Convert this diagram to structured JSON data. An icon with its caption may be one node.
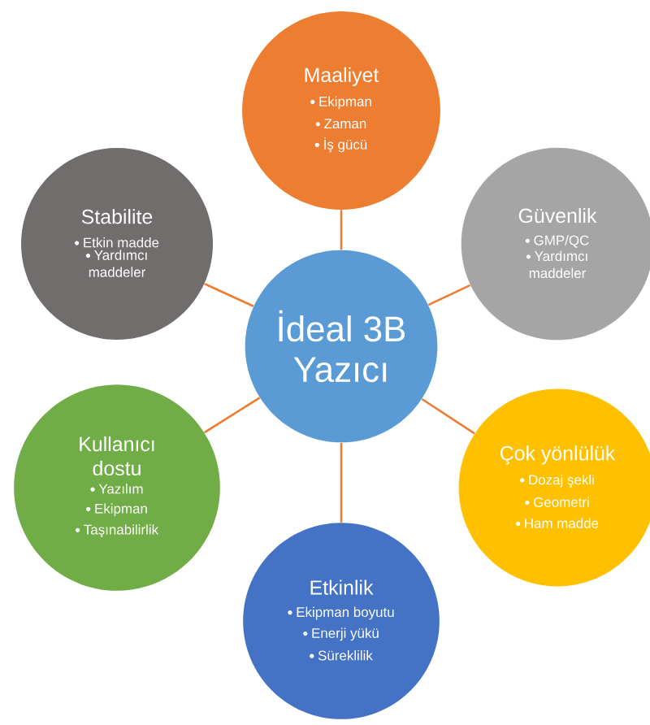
{
  "diagram": {
    "nodes": [
      {
        "text": [
          "İdeal 3B Yazıcı"
        ]
      },
      {
        "text": [
          "Maaliyet",
          "Ekipman",
          "Zaman",
          "İş gücü"
        ]
      },
      {
        "text": [
          "Güvenlik",
          "GMP/QC",
          "Yardımcı maddeler"
        ]
      },
      {
        "text": [
          "Çok yönlülük",
          "Dozaj şekli",
          "Geometri",
          "Ham madde"
        ]
      },
      {
        "text": [
          "Etkinlik",
          "Ekipman boyutu",
          "Enerji yükü",
          "Süreklilik"
        ]
      },
      {
        "text": [
          "Kullanıcı dostu",
          "Yazılım",
          "Ekipman",
          "Taşınabilirlik"
        ]
      },
      {
        "text": [
          "Stabilite",
          "Etkin madde",
          "Yardımcı maddeler"
        ]
      }
    ],
    "edges": [
      {
        "from": 0,
        "to": 1,
        "arrow": "none"
      },
      {
        "from": 0,
        "to": 2,
        "arrow": "none"
      },
      {
        "from": 0,
        "to": 3,
        "arrow": "none"
      },
      {
        "from": 0,
        "to": 4,
        "arrow": "none"
      },
      {
        "from": 0,
        "to": 5,
        "arrow": "none"
      },
      {
        "from": 0,
        "to": 6,
        "arrow": "none"
      }
    ]
  }
}
